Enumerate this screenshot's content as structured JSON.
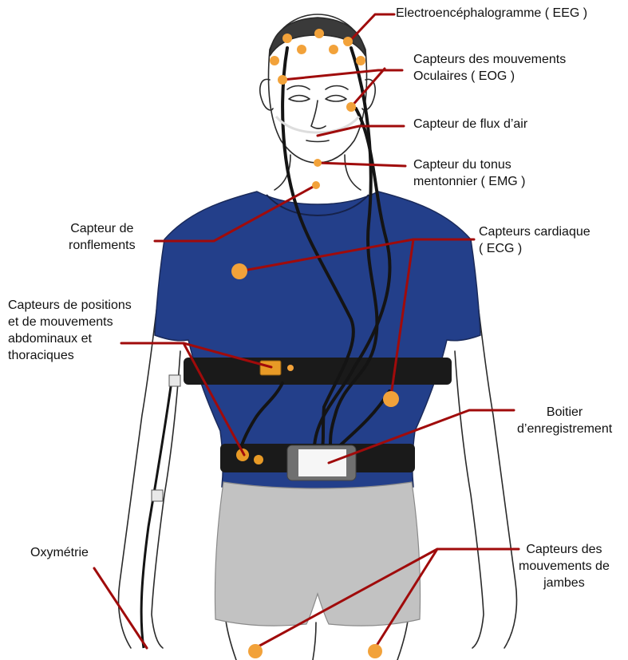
{
  "colors": {
    "leader": "#a00b0b",
    "sensor": "#f2a23a",
    "shirt": "#233f8a",
    "shorts": "#c2c2c2",
    "skin_line": "#2a2a2a",
    "belt": "#1a1a1a"
  },
  "labels": {
    "eeg": "Electroencéphalogramme ( EEG )",
    "eog": [
      "Capteurs des mouvements",
      "Oculaires ( EOG )"
    ],
    "airflow": "Capteur de flux d’air",
    "emg": [
      "Capteur du tonus",
      "mentonnier ( EMG )"
    ],
    "snore": [
      "Capteur de",
      "ronflements"
    ],
    "ecg": [
      "Capteurs cardiaque",
      "( ECG )"
    ],
    "positions": [
      "Capteurs de positions",
      "et de mouvements",
      "abdominaux et",
      "thoraciques"
    ],
    "recorder": [
      "Boitier",
      "d’enregistrement"
    ],
    "oximetry": "Oxymétrie",
    "legs": [
      "Capteurs des",
      "mouvements de",
      "jambes"
    ]
  }
}
